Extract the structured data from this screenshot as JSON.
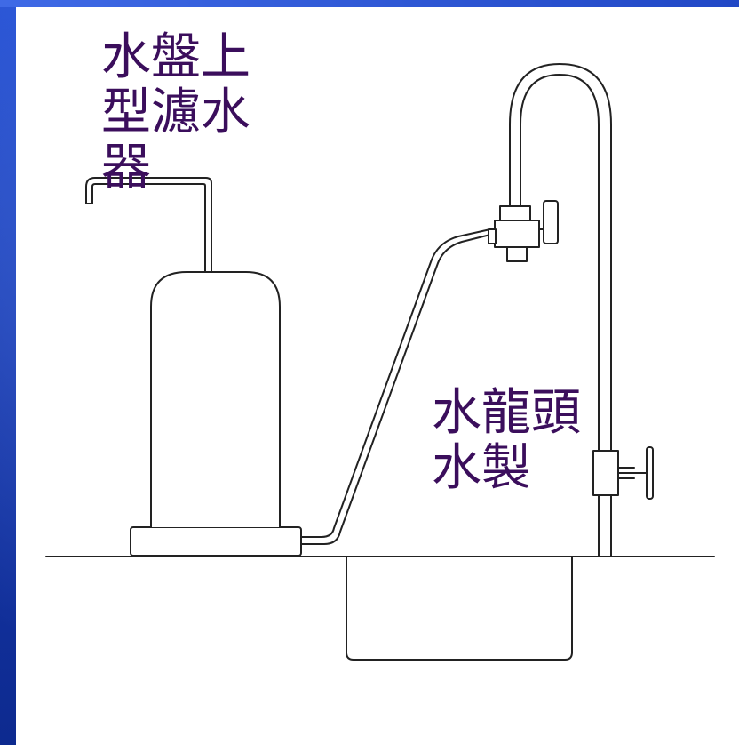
{
  "colors": {
    "background": "#1a3fb0",
    "panel": "#ffffff",
    "label_text": "#3b0e5c",
    "line": "#222222"
  },
  "labels": {
    "countertop_filter": [
      "水盤上",
      "型濾水",
      "器"
    ],
    "faucet_filter": [
      "水龍頭",
      "水製"
    ]
  }
}
